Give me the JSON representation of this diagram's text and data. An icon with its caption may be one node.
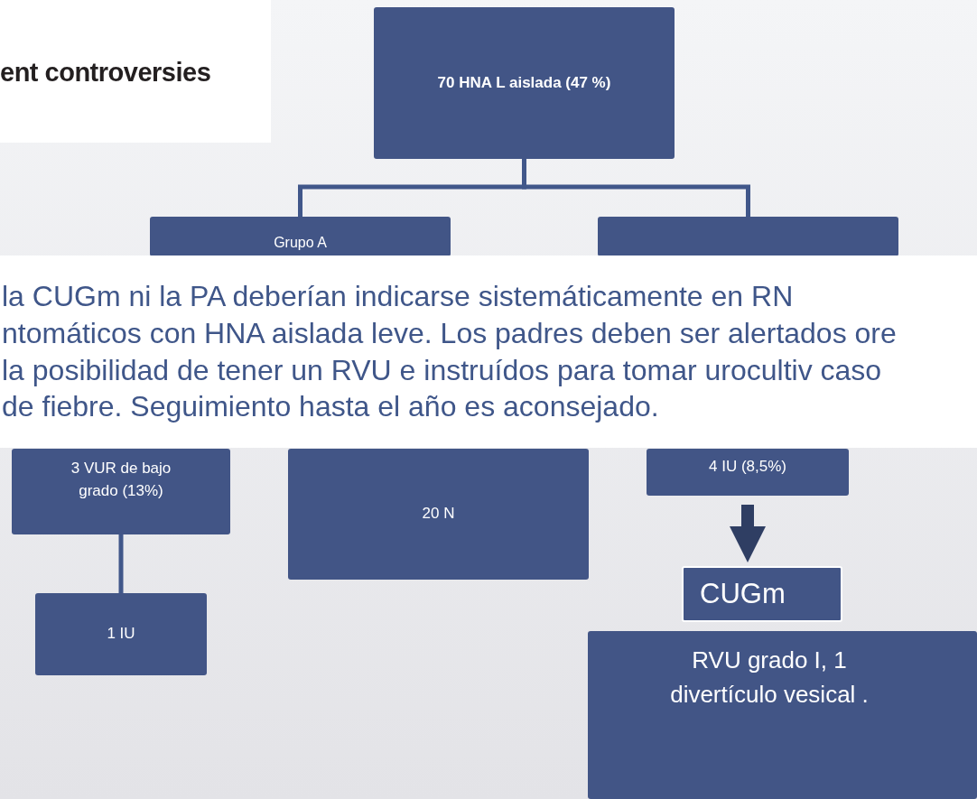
{
  "diagram": {
    "nodes": [
      {
        "text": [
          "70 HNA L aislada (47 %)"
        ]
      },
      {
        "text": [
          "Grupo A"
        ]
      },
      {
        "text": [],
        "shape": "box"
      },
      {
        "text": [
          "3 VUR de bajo grado (13%)"
        ]
      },
      {
        "text": [
          "20 N"
        ]
      },
      {
        "text": [
          "4 IU (8,5%)"
        ]
      },
      {
        "text": [
          "1 IU"
        ]
      },
      {
        "text": [
          "CUGm"
        ]
      },
      {
        "text": [
          "RVU grado I, 1 divertículo vesical ."
        ]
      },
      {
        "text": [
          "la CUGm ni la PA deberían indicarse sistemáticamente en RN ntomáticos con HNA aislada leve. Los padres deben ser alertados ore la posibilidad de tener un RVU e instruídos para tomar urocultiv caso de fiebre. Seguimiento hasta el año es aconsejado."
        ]
      }
    ],
    "edges": [
      {
        "from": 0,
        "to": 1,
        "arrow": "none"
      },
      {
        "from": 0,
        "to": 2,
        "arrow": "none"
      },
      {
        "from": 3,
        "to": 6,
        "arrow": "none"
      },
      {
        "from": 5,
        "to": 7,
        "arrow": "to",
        "style": "thick",
        "color": "#2f3e63"
      }
    ],
    "labels": [
      "ent controversies"
    ]
  }
}
